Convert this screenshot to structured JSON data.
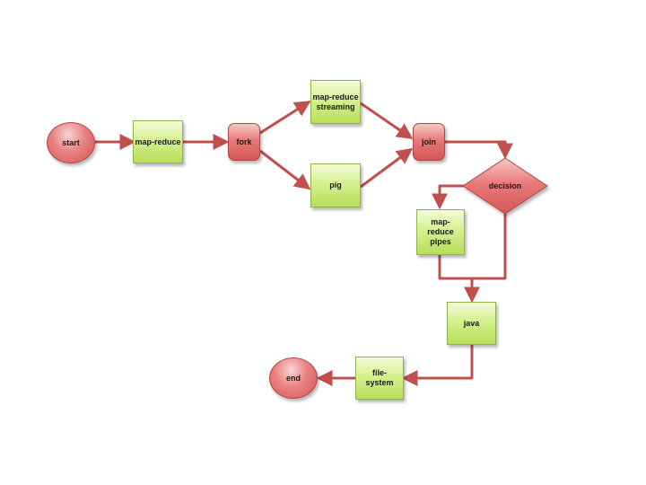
{
  "diagram": {
    "nodes": {
      "start": "start",
      "map_reduce": "map-reduce",
      "fork": "fork",
      "map_reduce_streaming": "map-reduce\nstreaming",
      "pig": "pig",
      "join": "join",
      "decision": "decision",
      "map_reduce_pipes": "map-\nreduce\npipes",
      "java": "java",
      "file_system": "file-\nsystem",
      "end": "end"
    },
    "colors": {
      "task_fill": "#c6e87a",
      "control_fill": "#e06666",
      "arrow": "#c0504d"
    }
  }
}
